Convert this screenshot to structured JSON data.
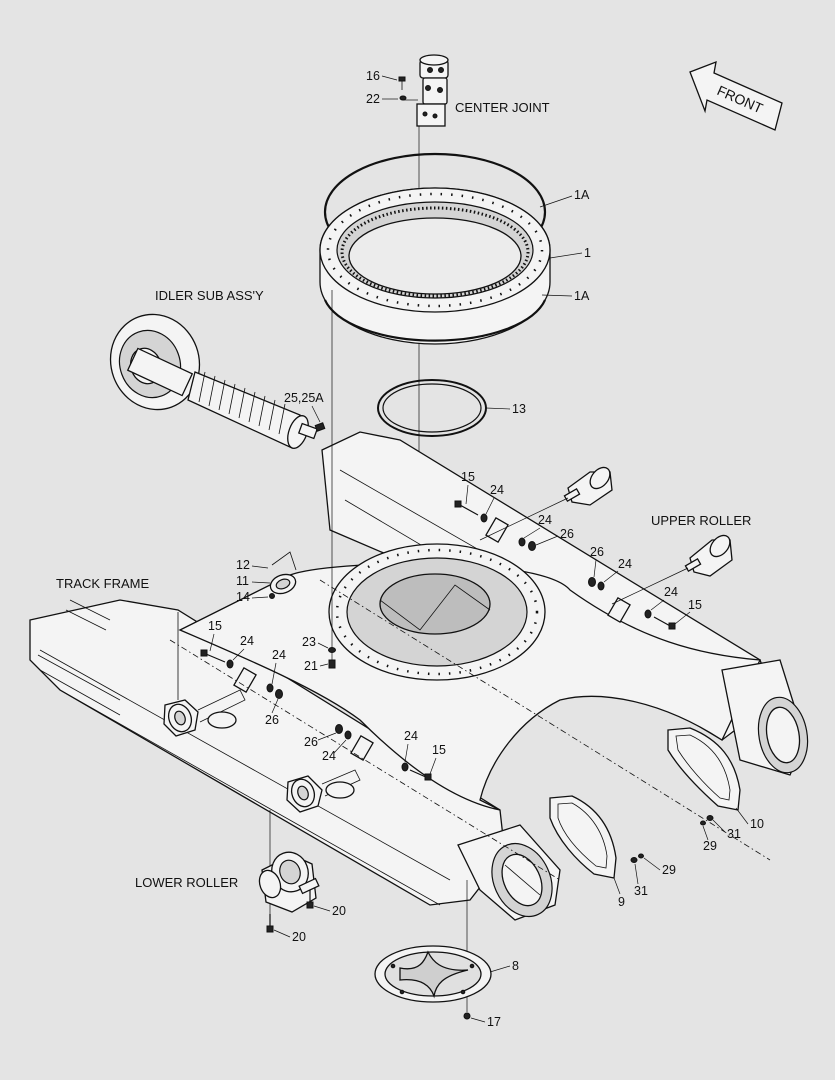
{
  "labels": {
    "center_joint": "CENTER JOINT",
    "idler": "IDLER SUB ASS'Y",
    "track_frame": "TRACK FRAME",
    "upper_roller": "UPPER ROLLER",
    "lower_roller": "LOWER ROLLER",
    "front": "FRONT"
  },
  "callouts": {
    "c16": "16",
    "c22": "22",
    "c1a_top": "1A",
    "c1": "1",
    "c1a_bottom": "1A",
    "c25": "25,25A",
    "c13": "13",
    "c15_upper_a": "15",
    "c24_upper_a": "24",
    "c24_upper_b": "24",
    "c26_upper_a": "26",
    "c26_upper_b": "26",
    "c24_upper_c": "24",
    "c24_upper_d": "24",
    "c15_upper_b": "15",
    "c12": "12",
    "c11": "11",
    "c14": "14",
    "c23": "23",
    "c21": "21",
    "c15_lower_a": "15",
    "c24_lower_a": "24",
    "c24_lower_b": "24",
    "c26_lower_a": "26",
    "c26_lower_b": "26",
    "c24_lower_c": "24",
    "c24_lower_d": "24",
    "c15_lower_b": "15",
    "c10": "10",
    "c29_a": "29",
    "c31_a": "31",
    "c9": "9",
    "c31_b": "31",
    "c29_b": "29",
    "c20_a": "20",
    "c20_b": "20",
    "c8": "8",
    "c17": "17"
  }
}
